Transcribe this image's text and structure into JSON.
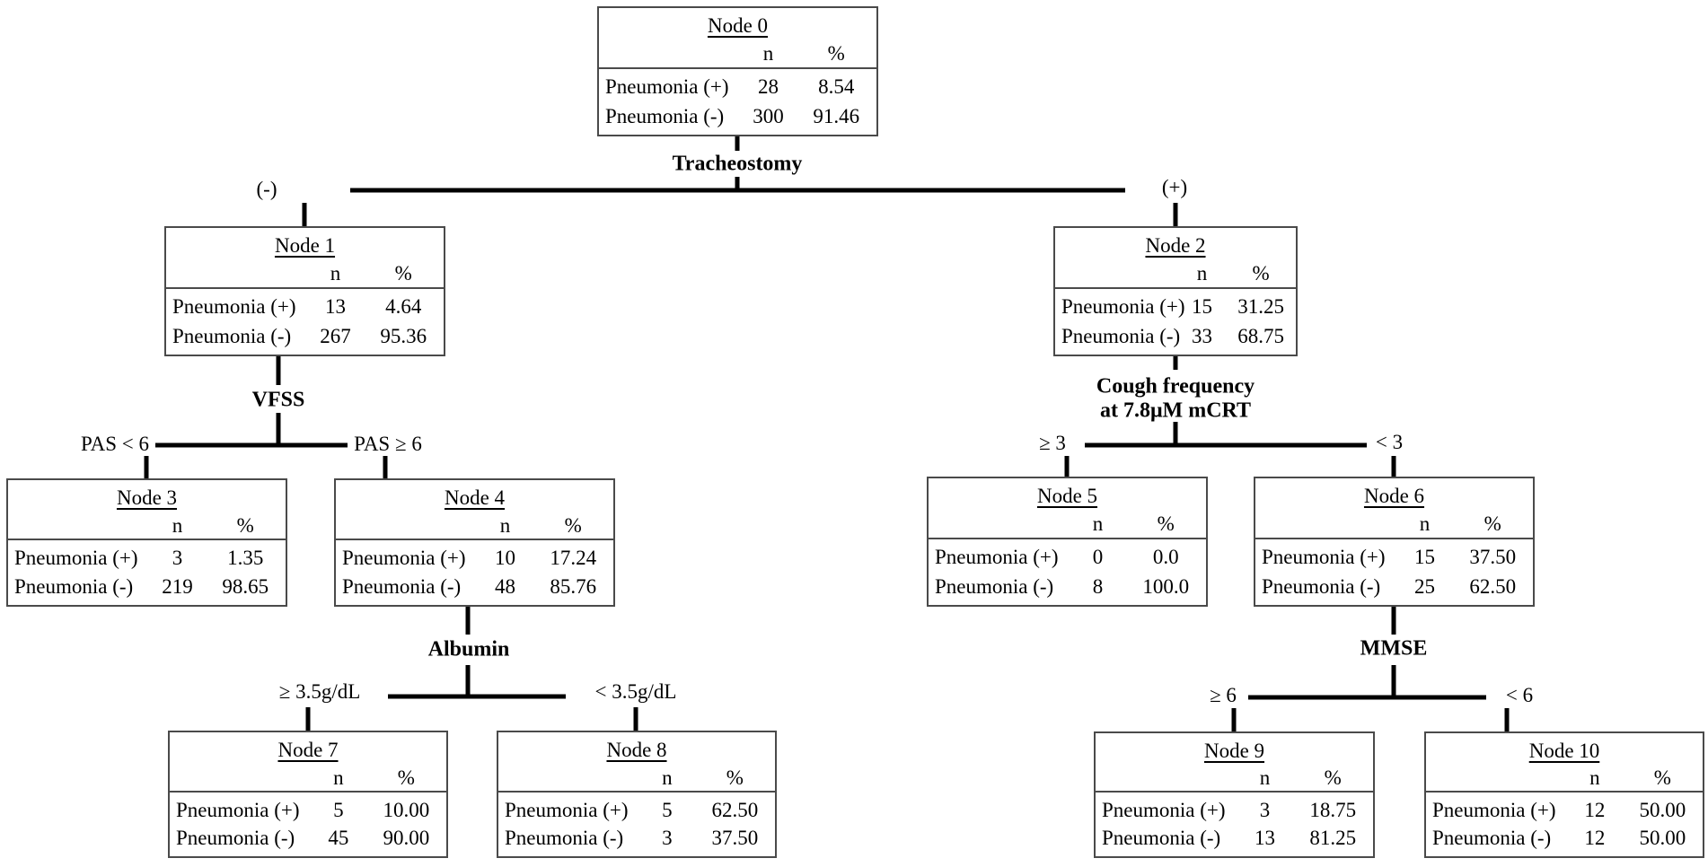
{
  "figure": {
    "background": "#ffffff",
    "edge_color": "#000000",
    "box_border_color": "#4a4a4a"
  },
  "columns": {
    "n": "n",
    "pct": "%"
  },
  "nodes": [
    {
      "title": "Node 0",
      "rows": [
        {
          "label": "Pneumonia (+)",
          "n": "28",
          "pct": "8.54"
        },
        {
          "label": "Pneumonia (-)",
          "n": "300",
          "pct": "91.46"
        }
      ]
    },
    {
      "title": "Node 1",
      "rows": [
        {
          "label": "Pneumonia (+)",
          "n": "13",
          "pct": "4.64"
        },
        {
          "label": "Pneumonia (-)",
          "n": "267",
          "pct": "95.36"
        }
      ]
    },
    {
      "title": "Node 2",
      "rows": [
        {
          "label": "Pneumonia (+)",
          "n": "15",
          "pct": "31.25"
        },
        {
          "label": "Pneumonia (-)",
          "n": "33",
          "pct": "68.75"
        }
      ]
    },
    {
      "title": "Node 3",
      "rows": [
        {
          "label": "Pneumonia (+)",
          "n": "3",
          "pct": "1.35"
        },
        {
          "label": "Pneumonia (-)",
          "n": "219",
          "pct": "98.65"
        }
      ]
    },
    {
      "title": "Node 4",
      "rows": [
        {
          "label": "Pneumonia (+)",
          "n": "10",
          "pct": "17.24"
        },
        {
          "label": "Pneumonia (-)",
          "n": "48",
          "pct": "85.76"
        }
      ]
    },
    {
      "title": "Node 5",
      "rows": [
        {
          "label": "Pneumonia (+)",
          "n": "0",
          "pct": "0.0"
        },
        {
          "label": "Pneumonia (-)",
          "n": "8",
          "pct": "100.0"
        }
      ]
    },
    {
      "title": "Node 6",
      "rows": [
        {
          "label": "Pneumonia (+)",
          "n": "15",
          "pct": "37.50"
        },
        {
          "label": "Pneumonia (-)",
          "n": "25",
          "pct": "62.50"
        }
      ]
    },
    {
      "title": "Node 7",
      "rows": [
        {
          "label": "Pneumonia (+)",
          "n": "5",
          "pct": "10.00"
        },
        {
          "label": "Pneumonia (-)",
          "n": "45",
          "pct": "90.00"
        }
      ]
    },
    {
      "title": "Node 8",
      "rows": [
        {
          "label": "Pneumonia (+)",
          "n": "5",
          "pct": "62.50"
        },
        {
          "label": "Pneumonia (-)",
          "n": "3",
          "pct": "37.50"
        }
      ]
    },
    {
      "title": "Node 9",
      "rows": [
        {
          "label": "Pneumonia (+)",
          "n": "3",
          "pct": "18.75"
        },
        {
          "label": "Pneumonia (-)",
          "n": "13",
          "pct": "81.25"
        }
      ]
    },
    {
      "title": "Node 10",
      "rows": [
        {
          "label": "Pneumonia (+)",
          "n": "12",
          "pct": "50.00"
        },
        {
          "label": "Pneumonia (-)",
          "n": "12",
          "pct": "50.00"
        }
      ]
    }
  ],
  "splits": [
    {
      "variable": "Tracheostomy",
      "left_label": "(-)",
      "right_label": "(+)"
    },
    {
      "variable": "VFSS",
      "left_label": "PAS < 6",
      "right_label": "PAS ≥ 6"
    },
    {
      "variable": "Cough frequency",
      "variable_line2": "at 7.8μM mCRT",
      "left_label": "≥ 3",
      "right_label": "< 3"
    },
    {
      "variable": "Albumin",
      "left_label": "≥ 3.5g/dL",
      "right_label": "< 3.5g/dL"
    },
    {
      "variable": "MMSE",
      "left_label": "≥ 6",
      "right_label": "< 6"
    }
  ]
}
